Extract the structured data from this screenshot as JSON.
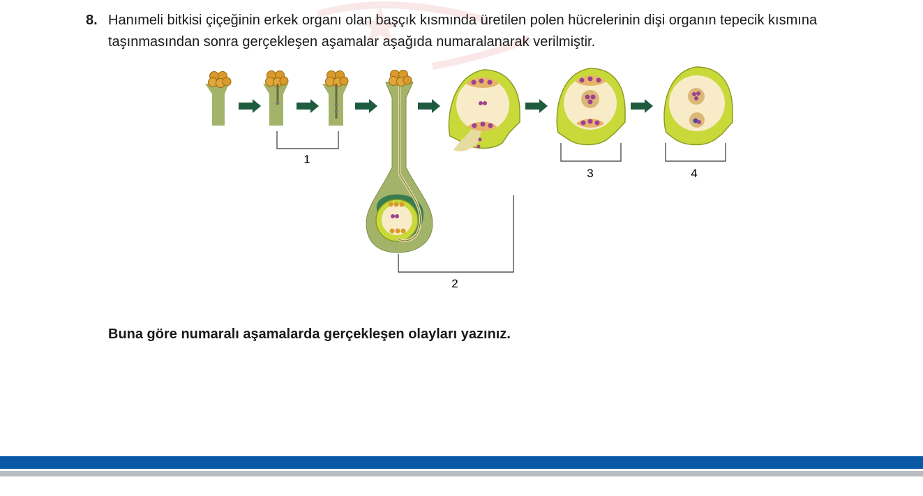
{
  "question": {
    "number": "8.",
    "text": "Hanımeli bitkisi çiçeğinin erkek organı olan başçık kısmında üretilen polen hücrelerinin dişi organın tepecik kısmına taşınmasından sonra gerçekleşen aşamalar aşağıda numaralanarak verilmiştir."
  },
  "diagram": {
    "stage_labels": [
      "1",
      "2",
      "3",
      "4"
    ],
    "colors": {
      "arrow": "#1f5b3f",
      "stigma_stalk": "#a3b46a",
      "pollen": "#d99a2b",
      "ovule_outer": "#c9d93a",
      "ovule_inner": "#f8ecc8",
      "nucleus": "#a0408f"
    }
  },
  "prompt": "Buna göre numaralı aşamalarda gerçekleşen olayları yazınız.",
  "footer": {
    "blue_bar": "#0a59a7",
    "gray_bar": "#b9bcc0"
  }
}
